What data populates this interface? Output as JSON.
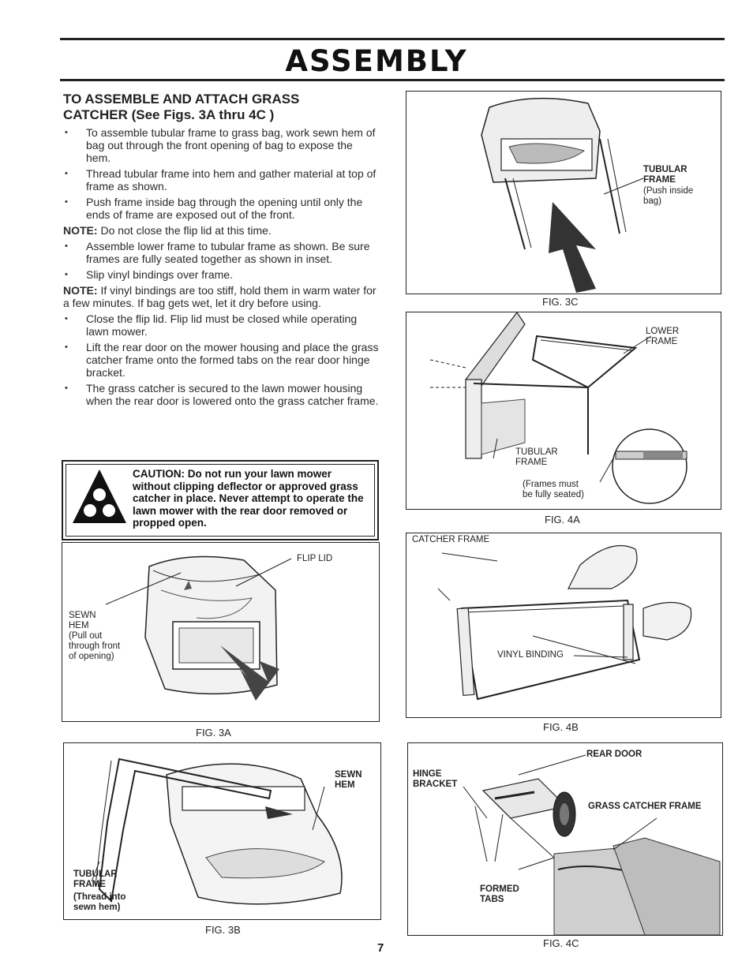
{
  "title": "ASSEMBLY",
  "section": {
    "heading_line1": "TO ASSEMBLE AND ATTACH GRASS",
    "heading_line2": "CATCHER (See Figs. 3A thru 4C )",
    "steps": [
      "To assemble tubular frame to grass bag, work sewn hem of bag out through the front opening of bag to expose the hem.",
      "Thread tubular frame into hem and gather material at top of frame as shown.",
      "Push frame inside bag through the opening until only the ends of frame are exposed out of the front."
    ],
    "note1_label": "NOTE:",
    "note1_text": "Do not close the flip lid at this time.",
    "steps2": [
      "Assemble lower frame to tubular frame as shown. Be sure frames are fully seated together as shown in inset.",
      "Slip vinyl bindings over frame."
    ],
    "note2_label": "NOTE:",
    "note2_text": "If vinyl bindings are too stiff, hold them in warm water for a few minutes. If bag gets wet, let it dry before using.",
    "steps3": [
      "Close the flip lid. Flip lid must be closed while operating lawn mower.",
      "Lift the rear door on the mower housing and place the grass catcher frame onto the formed tabs on the rear door hinge bracket.",
      "The grass catcher is secured to the lawn mower housing when the rear door is lowered onto the grass catcher frame."
    ]
  },
  "caution": {
    "text": "CAUTION: Do not run your lawn mower without clipping deflector or approved grass catcher in place. Never attempt to operate the lawn mower with the rear door removed or propped open."
  },
  "figures": {
    "fig3a": {
      "caption": "FIG. 3A",
      "flip_lid": "FLIP LID",
      "sewn_hem": "SEWN\nHEM",
      "sewn_hem_note": "(Pull out\nthrough front\nof opening)"
    },
    "fig3b": {
      "caption": "FIG. 3B",
      "sewn_hem": "SEWN\nHEM",
      "tubular_frame": "TUBULAR\nFRAME",
      "tubular_frame_note": "(Thread into\nsewn hem)"
    },
    "fig3c": {
      "caption": "FIG. 3C",
      "tubular_frame": "TUBULAR\nFRAME",
      "tubular_frame_note": "(Push inside\nbag)"
    },
    "fig4a": {
      "caption": "FIG. 4A",
      "lower_frame": "LOWER\nFRAME",
      "tubular_frame": "TUBULAR\nFRAME",
      "frames_note": "(Frames must\nbe fully seated)"
    },
    "fig4b": {
      "caption": "FIG. 4B",
      "catcher_frame": "CATCHER FRAME",
      "vinyl_binding": "VINYL BINDING"
    },
    "fig4c": {
      "caption": "FIG. 4C",
      "rear_door": "REAR DOOR",
      "hinge_bracket": "HINGE\nBRACKET",
      "grass_catcher_frame": "GRASS CATCHER FRAME",
      "formed_tabs": "FORMED\nTABS"
    }
  },
  "page_number": "7"
}
